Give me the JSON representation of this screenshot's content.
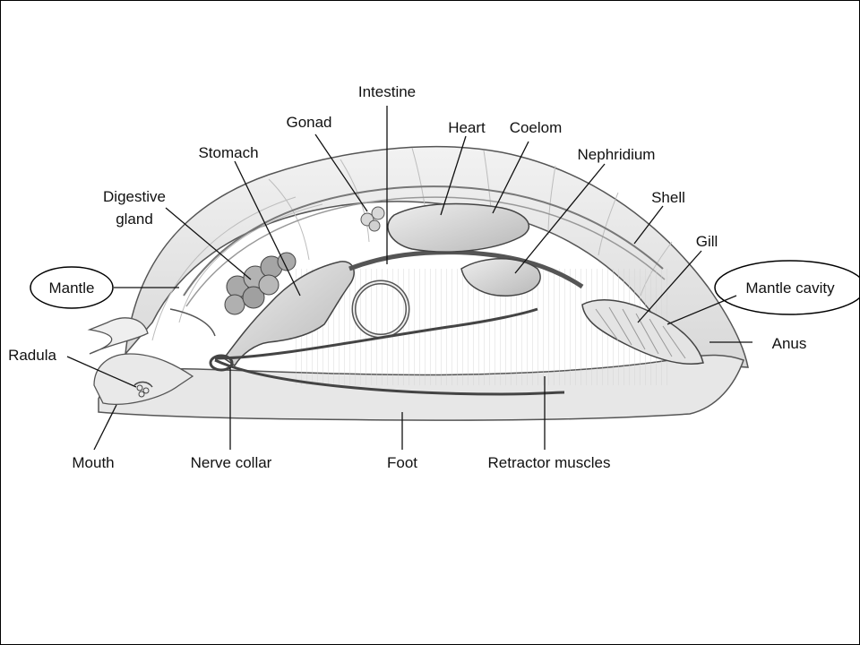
{
  "labels": {
    "intestine": "Intestine",
    "heart": "Heart",
    "gonad": "Gonad",
    "coelom": "Coelom",
    "stomach": "Stomach",
    "nephridium": "Nephridium",
    "digestive_gland_line1": "Digestive",
    "digestive_gland_line2": "gland",
    "shell": "Shell",
    "gill": "Gill",
    "mantle": "Mantle",
    "mantle_cavity": "Mantle cavity",
    "radula": "Radula",
    "anus": "Anus",
    "mouth": "Mouth",
    "nerve_collar": "Nerve collar",
    "foot": "Foot",
    "retractor_muscles": "Retractor muscles"
  }
}
